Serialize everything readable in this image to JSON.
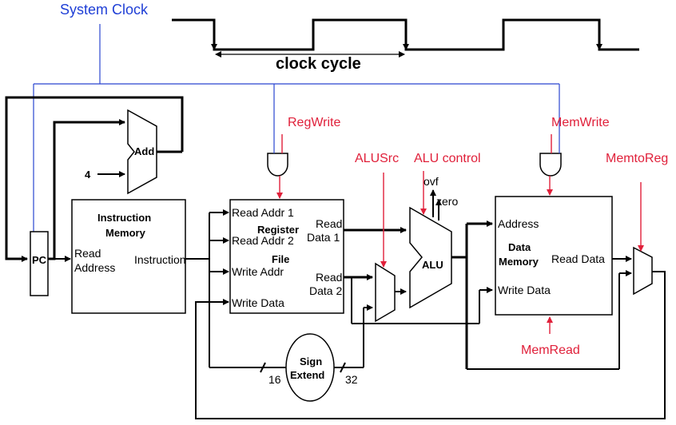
{
  "clock": {
    "label": "System Clock",
    "cycle_label": "clock cycle"
  },
  "control": {
    "regwrite": "RegWrite",
    "memwrite": "MemWrite",
    "alusrc": "ALUSrc",
    "alucontrol": "ALU control",
    "memtoreg": "MemtoReg",
    "memread": "MemRead"
  },
  "pc": {
    "label": "PC"
  },
  "adder": {
    "label": "Add",
    "const": "4"
  },
  "imem": {
    "title1": "Instruction",
    "title2": "Memory",
    "read1": "Read",
    "read2": "Address",
    "out": "Instruction"
  },
  "regfile": {
    "title1": "Register",
    "title2": "File",
    "ra1": "Read Addr 1",
    "ra2": "Read Addr 2",
    "wa": "Write Addr",
    "wd": "Write Data",
    "rd1a": "Read",
    "rd1b": "Data 1",
    "rd2a": "Read",
    "rd2b": "Data 2"
  },
  "alu": {
    "label": "ALU",
    "ovf": "ovf",
    "zero": "zero"
  },
  "dmem": {
    "title1": "Data",
    "title2": "Memory",
    "addr": "Address",
    "wd": "Write Data",
    "rd": "Read Data"
  },
  "signext": {
    "line1": "Sign",
    "line2": "Extend",
    "in_width": "16",
    "out_width": "32"
  },
  "colors": {
    "clock_blue": "#1f3fd6",
    "control_red": "#e0203a"
  }
}
